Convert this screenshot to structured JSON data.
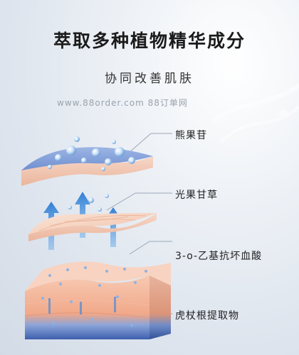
{
  "header": {
    "title": "萃取多种植物精华成分",
    "subtitle": "协同改善肌肤"
  },
  "watermark": "www.88order.com 88订单网",
  "ingredients": [
    {
      "label": "熊果苷"
    },
    {
      "label": "光果甘草"
    },
    {
      "label": "3-o-乙基抗坏血酸"
    },
    {
      "label": "虎杖根提取物"
    }
  ],
  "colors": {
    "surface_layer": "#7f9ed6",
    "middle_layer": "#f0cbb8",
    "deep_layer": "#f3b79d",
    "dermis_base": "#4c6bb5",
    "arrow": "#4a90d9"
  }
}
